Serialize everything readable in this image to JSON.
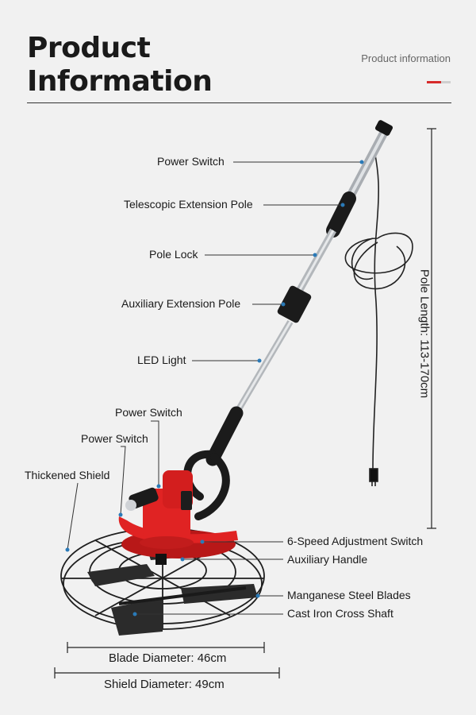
{
  "header": {
    "title_line1": "Product",
    "title_line2": "Information",
    "subtitle": "Product information"
  },
  "callouts": {
    "power_switch_top": "Power Switch",
    "telescopic_pole": "Telescopic Extension Pole",
    "pole_lock": "Pole Lock",
    "auxiliary_pole": "Auxiliary Extension Pole",
    "led_light": "LED Light",
    "power_switch_mid": "Power Switch",
    "power_switch_low": "Power Switch",
    "thickened_shield": "Thickened Shield",
    "speed_switch": "6-Speed Adjustment Switch",
    "auxiliary_handle": "Auxiliary Handle",
    "blades": "Manganese Steel Blades",
    "cross_shaft": "Cast Iron Cross Shaft"
  },
  "dimensions": {
    "pole_length": "Pole Length: 113-170cm",
    "blade_diameter": "Blade Diameter: 46cm",
    "shield_diameter": "Shield Diameter: 49cm"
  },
  "colors": {
    "accent_red": "#d72b2b",
    "motor_red": "#e02323",
    "pole_silver": "#c9ccd0",
    "callout_dot": "#2a7ab8"
  }
}
